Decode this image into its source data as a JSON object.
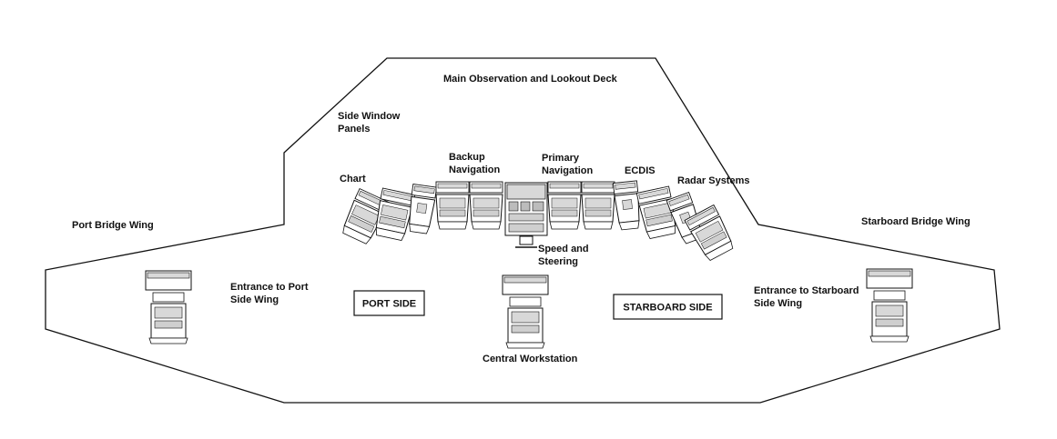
{
  "labels": {
    "main_deck": "Main Observation and Lookout Deck",
    "side_window_1": "Side Window",
    "side_window_2": "Panels",
    "chart": "Chart",
    "backup_1": "Backup",
    "backup_2": "Navigation",
    "primary_1": "Primary",
    "primary_2": "Navigation",
    "ecdis": "ECDIS",
    "radar": "Radar Systems",
    "port_wing": "Port Bridge Wing",
    "starboard_wing": "Starboard Bridge Wing",
    "speed_1": "Speed and",
    "speed_2": "Steering",
    "entrance_port_1": "Entrance to Port",
    "entrance_port_2": "Side Wing",
    "entrance_stbd_1": "Entrance to Starboard",
    "entrance_stbd_2": "Side Wing",
    "central": "Central Workstation"
  },
  "boxes": {
    "port_side": "PORT SIDE",
    "starboard_side": "STARBOARD SIDE"
  },
  "colors": {
    "line": "#111111",
    "console_fill": "#ffffff",
    "screen_fill": "#d8d8d8",
    "keyboard_fill": "#cfcfcf"
  }
}
